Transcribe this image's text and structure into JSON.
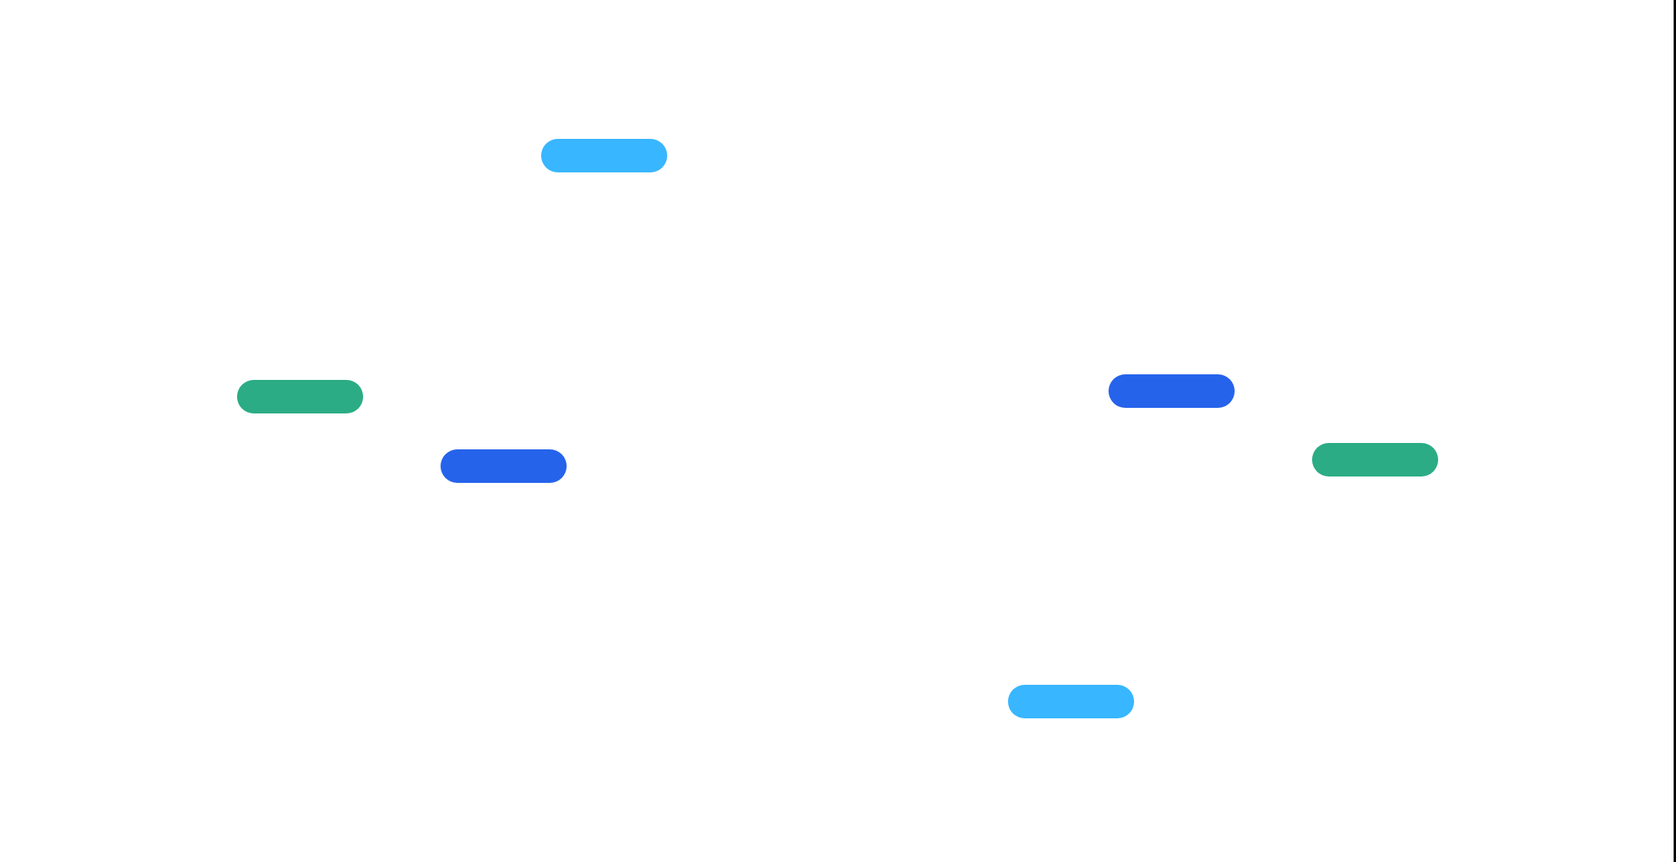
{
  "colors": {
    "light_blue": "#38B6FF",
    "green": "#2BAC84",
    "blue": "#2563EB",
    "border": "#000000"
  },
  "pills": [
    {
      "color": "light_blue"
    },
    {
      "color": "green"
    },
    {
      "color": "blue"
    },
    {
      "color": "blue"
    },
    {
      "color": "green"
    },
    {
      "color": "light_blue"
    }
  ]
}
